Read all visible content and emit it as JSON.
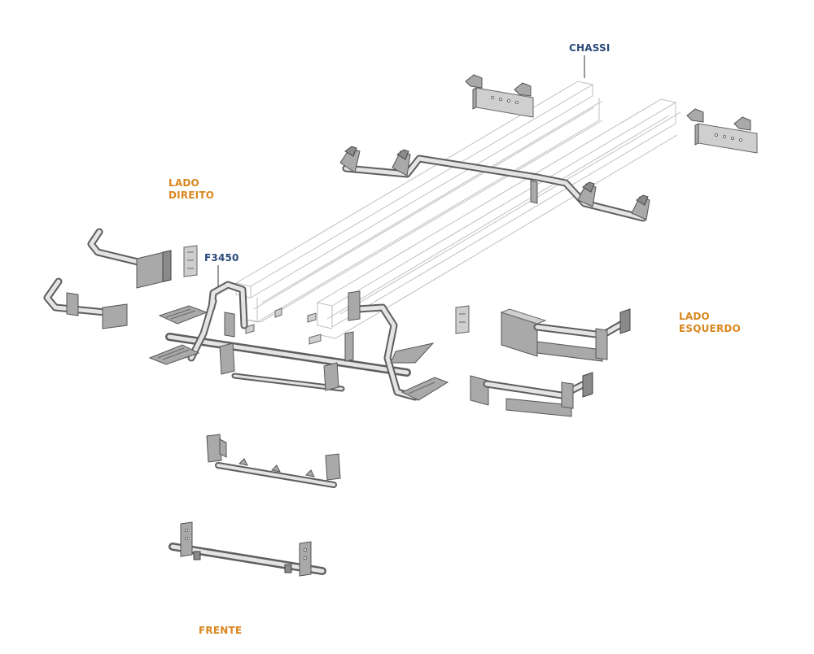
{
  "diagram": {
    "title": "Exploded view of step / protection bar assembly",
    "labels": {
      "chassi": "CHASSI",
      "lado_direito_line1": "LADO",
      "lado_direito_line2": "DIREITO",
      "model": "F3450",
      "lado_esquerdo_line1": "LADO",
      "lado_esquerdo_line2": "ESQUERDO",
      "frente": "FRENTE"
    },
    "colors": {
      "label_blue": "#2c4a7a",
      "label_orange": "#d9861f",
      "chassis_line": "#bfbfbf",
      "metal": "#a9a9a9"
    }
  }
}
